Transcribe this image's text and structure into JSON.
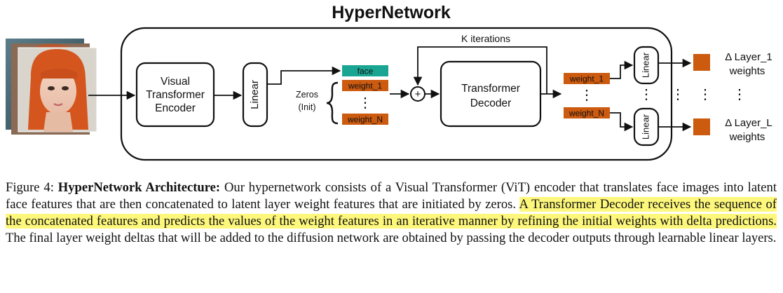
{
  "figure": {
    "title": "HyperNetwork",
    "encoder_lines": [
      "Visual",
      "Transformer",
      "Encoder"
    ],
    "linear_label": "Linear",
    "zeros_lines": [
      "Zeros",
      "(Init)"
    ],
    "face_token": "face",
    "weight_first": "weight_1",
    "weight_last": "weight_N",
    "vdots": "⋮",
    "plus": "+",
    "k_iterations": "K iterations",
    "decoder_lines": [
      "Transformer",
      "Decoder"
    ],
    "out_first_lines": [
      "Δ Layer_1",
      "weights"
    ],
    "out_last_lines": [
      "Δ Layer_L",
      "weights"
    ],
    "colors": {
      "face_token": "#1aa593",
      "weight_token": "#cc5a0f",
      "output_square": "#cc5a0f",
      "highlight": "#fdf77c"
    }
  },
  "caption": {
    "label": "Figure 4:",
    "bold": "HyperNetwork Architecture:",
    "text_before": "Our hypernetwork consists of a Visual Transformer (ViT) encoder that translates face images into latent face features that are then concatenated to latent layer weight features that are initiated by zeros.",
    "highlighted": "A Transformer Decoder receives the sequence of the concatenated features and predicts the values of the weight features in an iterative manner by refining the initial weights with delta predictions.",
    "text_after": "The final layer weight deltas that will be added to the diffusion network are obtained by passing the decoder outputs through learnable linear layers."
  }
}
